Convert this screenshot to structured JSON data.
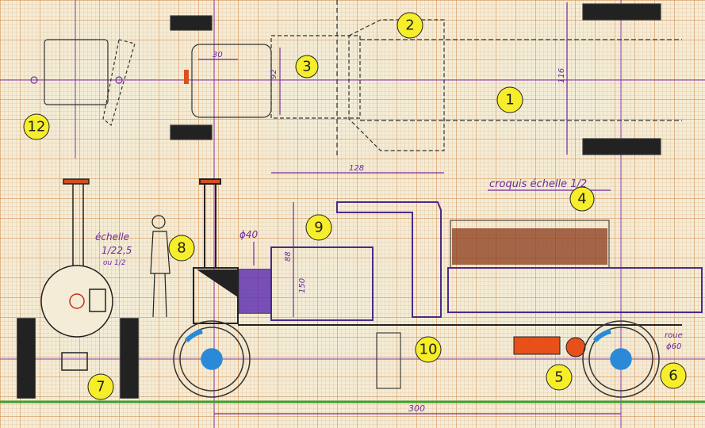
{
  "drawing": {
    "scale_note": "croquis échelle 1/2",
    "figure_scale": [
      "échelle",
      "1/22,5",
      "ou 1/2"
    ],
    "wheel_note": [
      "roue",
      "ϕ60"
    ],
    "dimensions": {
      "cab_width": "30",
      "cab_height_top": "92",
      "overall_width": "116",
      "frame_length": "128",
      "chimney_diameter": "ϕ40",
      "boiler_height": "88",
      "cab_height": "150",
      "wheelbase": "300"
    },
    "markers": [
      "1",
      "2",
      "3",
      "4",
      "5",
      "6",
      "7",
      "8",
      "9",
      "10",
      "12"
    ],
    "colors": {
      "ink": "#4a2a8a",
      "marker": "#f6ee2a",
      "rust": "#8a3a1a",
      "blue": "#2a8ad8",
      "orange": "#e8501a",
      "grass": "#3aa030"
    }
  }
}
